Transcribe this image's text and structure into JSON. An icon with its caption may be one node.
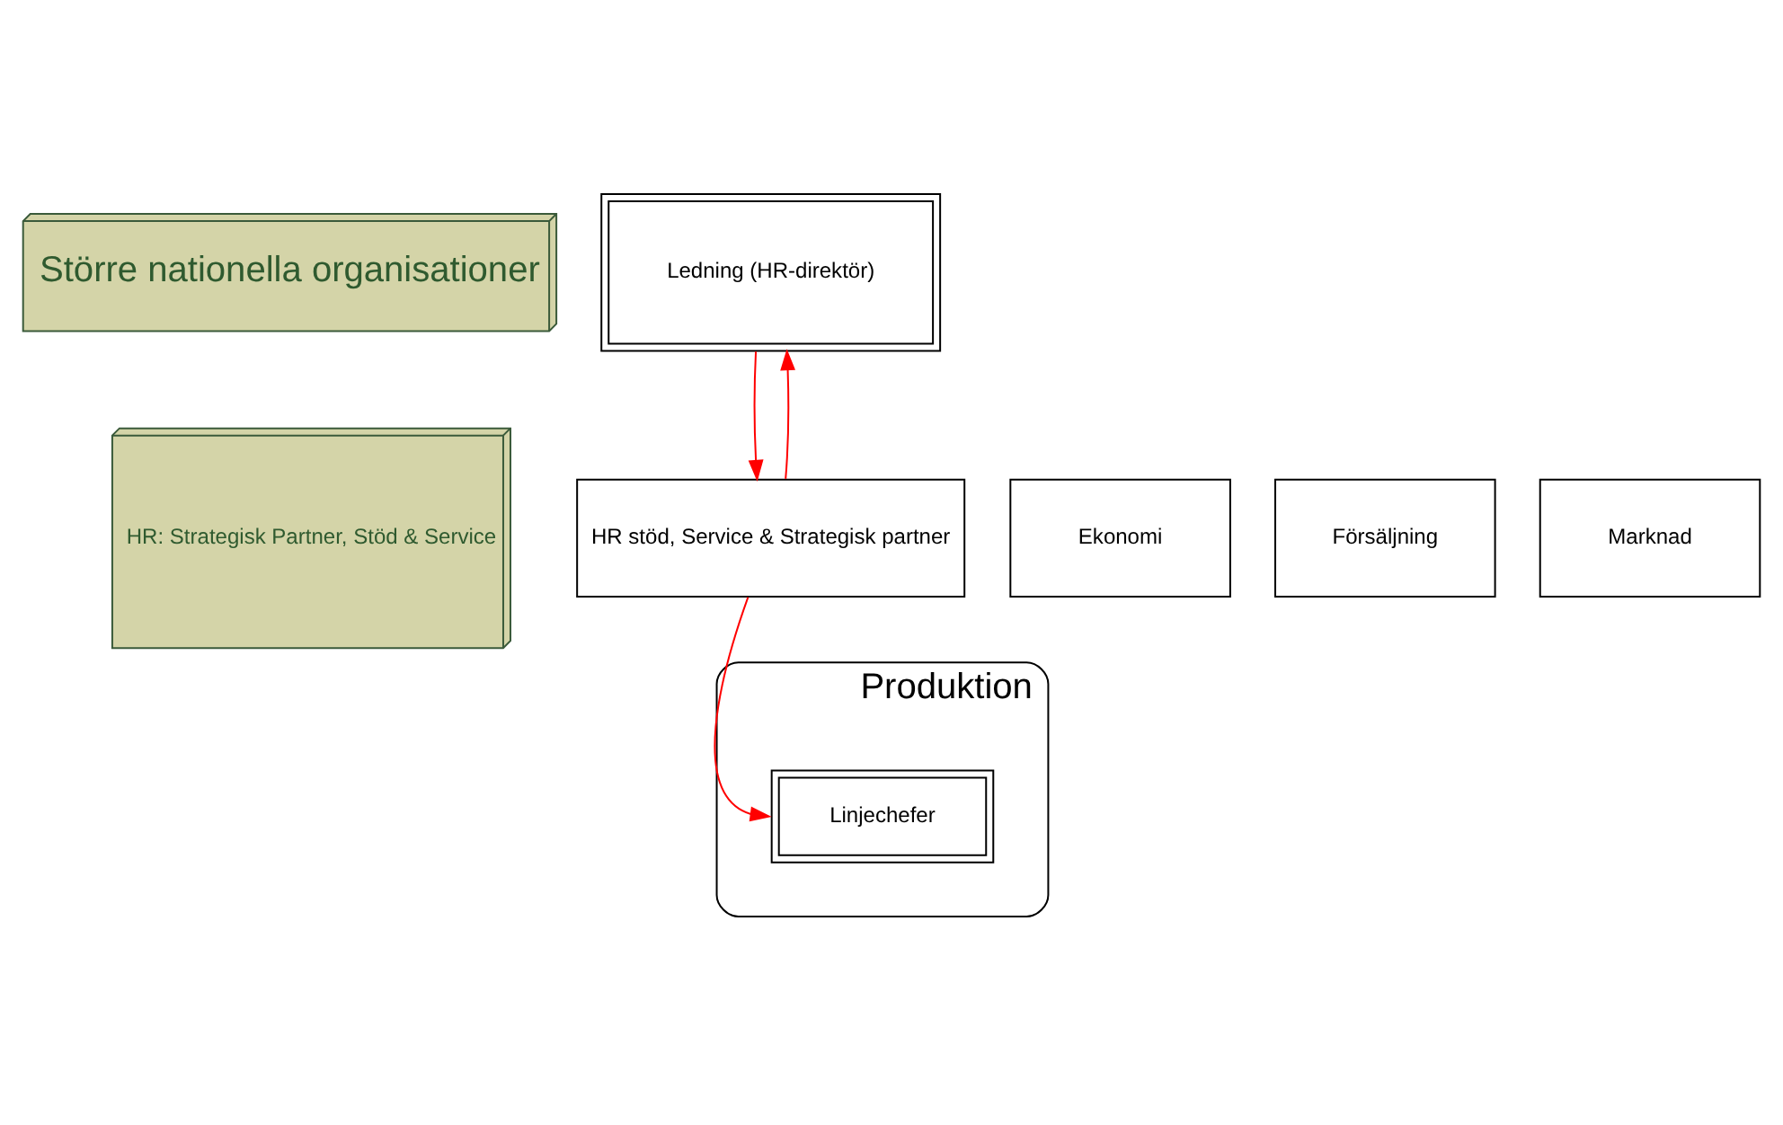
{
  "diagram": {
    "nodes": [
      {
        "text": [
          "Större nationella organisationer"
        ]
      },
      {
        "text": [
          "HR: Strategisk Partner, Stöd & Service"
        ]
      },
      {
        "text": [
          "Ledning (HR-direktör)"
        ]
      },
      {
        "text": [
          "HR stöd, Service & Strategisk partner"
        ]
      },
      {
        "text": [
          "Ekonomi"
        ]
      },
      {
        "text": [
          "Försäljning"
        ]
      },
      {
        "text": [
          "Marknad"
        ]
      },
      {
        "text": [
          "Produktion"
        ]
      },
      {
        "text": [
          "Linjechefer"
        ],
        "in": 7
      }
    ],
    "edges": [
      {
        "from": 2,
        "to": 3,
        "arrow": "to",
        "color": "#ff0000"
      },
      {
        "from": 3,
        "to": 2,
        "arrow": "to",
        "color": "#ff0000"
      },
      {
        "from": 3,
        "to": 8,
        "arrow": "to",
        "color": "#ff0000"
      }
    ]
  }
}
